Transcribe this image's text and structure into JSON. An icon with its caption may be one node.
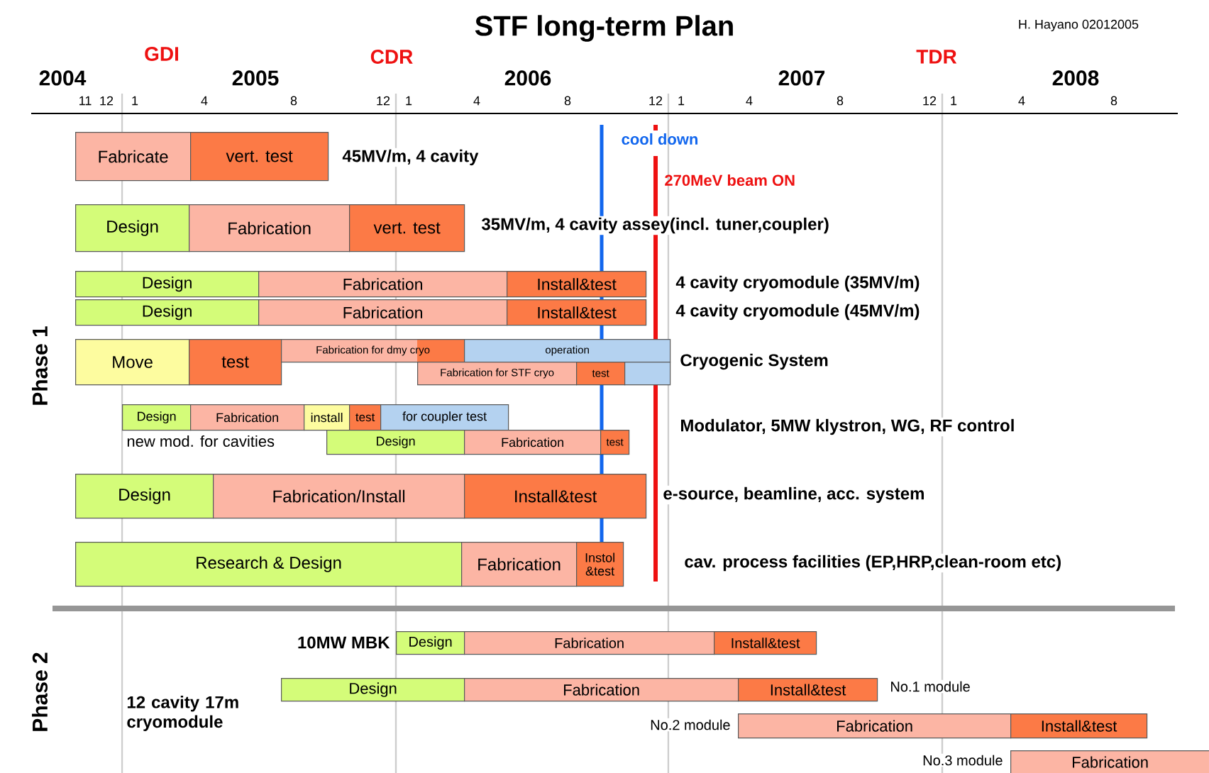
{
  "diagram": {
    "title": "STF long-term Plan",
    "nodes": [
      {
        "text": [
          "Fabricate"
        ]
      },
      {
        "text": [
          "vert. test"
        ]
      },
      {
        "text": [
          "Design"
        ]
      },
      {
        "text": [
          "Fabrication"
        ]
      },
      {
        "text": [
          "vert. test"
        ]
      },
      {
        "text": [
          "Design"
        ]
      },
      {
        "text": [
          "Fabrication"
        ]
      },
      {
        "text": [
          "Install&test"
        ]
      },
      {
        "text": [
          "Design"
        ]
      },
      {
        "text": [
          "Fabrication"
        ]
      },
      {
        "text": [
          "Install&test"
        ]
      },
      {
        "text": [
          "Move"
        ]
      },
      {
        "text": [
          "test"
        ]
      },
      {
        "text": [
          "Fabrication for dmy cryo"
        ]
      },
      {
        "text": [
          "operation"
        ]
      },
      {
        "text": [
          "Fabrication for STF cryo"
        ]
      },
      {
        "text": [
          "test"
        ]
      },
      {
        "text": [],
        "shape": "box"
      },
      {
        "text": [
          "Design"
        ]
      },
      {
        "text": [
          "Fabrication"
        ]
      },
      {
        "text": [
          "install"
        ]
      },
      {
        "text": [
          "test"
        ]
      },
      {
        "text": [
          "for coupler test"
        ]
      },
      {
        "text": [
          "Design"
        ]
      },
      {
        "text": [
          "Fabrication"
        ]
      },
      {
        "text": [
          "test"
        ]
      },
      {
        "text": [
          "Design"
        ]
      },
      {
        "text": [
          "Fabrication/Install"
        ]
      },
      {
        "text": [
          "Install&test"
        ]
      },
      {
        "text": [
          "Research & Design"
        ]
      },
      {
        "text": [
          "Fabrication"
        ]
      },
      {
        "text": [
          "Instol &test"
        ]
      },
      {
        "text": [
          "Design"
        ]
      },
      {
        "text": [
          "Fabrication"
        ]
      },
      {
        "text": [
          "Install&test"
        ]
      },
      {
        "text": [
          "Design"
        ]
      },
      {
        "text": [
          "Fabrication"
        ]
      },
      {
        "text": [
          "Install&test"
        ]
      },
      {
        "text": [
          "Fabrication"
        ]
      },
      {
        "text": [
          "Install&test"
        ]
      },
      {
        "text": [
          "Fabrication"
        ]
      }
    ],
    "labels": [
      "H. Hayano 02012005",
      "GDI",
      "CDR",
      "TDR",
      "2004",
      "2005",
      "2006",
      "2007",
      "2008",
      "11",
      "12",
      "1",
      "4",
      "8",
      "12",
      "1",
      "4",
      "8",
      "12",
      "1",
      "4",
      "8",
      "12",
      "1",
      "4",
      "8",
      "cool down",
      "270MeV beam ON",
      "45MV/m, 4 cavity",
      "35MV/m, 4 cavity assey(incl. tuner,coupler)",
      "4 cavity cryomodule (35MV/m)",
      "4 cavity cryomodule (45MV/m)",
      "Cryogenic System",
      "Modulator, 5MW klystron, WG, RF control",
      "e-source, beamline, acc. system",
      "cav. process facilities (EP,HRP,clean-room etc)",
      "Phase 1",
      "new mod. for cavities",
      "Phase 2",
      "10MW MBK",
      "12 cavity 17m cryomodule",
      "No.1 module",
      "No.2 module",
      "No.3 module"
    ]
  }
}
